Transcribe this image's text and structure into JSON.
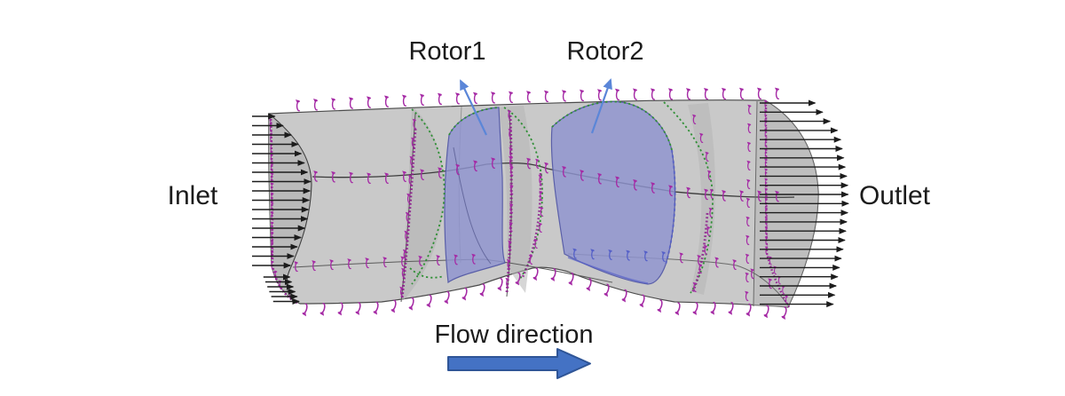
{
  "figure": {
    "labels": {
      "inlet": "Inlet",
      "outlet": "Outlet",
      "rotor1": "Rotor1",
      "rotor2": "Rotor2",
      "flow_direction": "Flow direction"
    },
    "colors": {
      "background": "#ffffff",
      "duct_gray": "#c7c7c7",
      "duct_shade": "#b4b4b4",
      "outline_dark": "#4a4a4a",
      "blade_fill": "#8f94cf",
      "blade_edge": "#5a5fa8",
      "blade_highlight": "#5560c8",
      "glyph_magenta": "#a52aa5",
      "interface_magenta": "#8c1b8c",
      "edge_green": "#2f8f35",
      "vector_black": "#1c1c1c",
      "leader_blue": "#5b86d8",
      "flow_arrow_fill": "#4472c4",
      "flow_arrow_edge": "#2f5597",
      "text": "#1b1b1b"
    }
  }
}
